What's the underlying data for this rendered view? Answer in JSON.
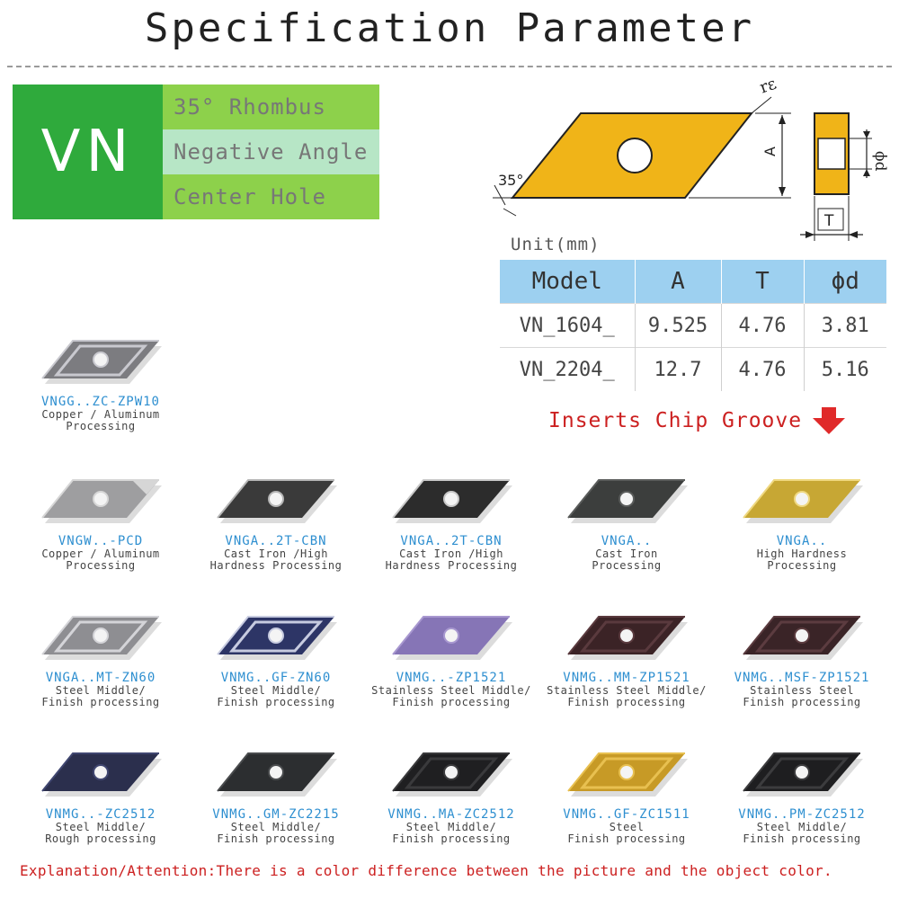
{
  "title": "Specification Parameter",
  "vn": {
    "code": "VN",
    "rows": [
      "35° Rhombus",
      "Negative Angle",
      "Center Hole"
    ]
  },
  "diagram": {
    "angle_label": "35°",
    "radius_label": "rε",
    "a_label": "A",
    "d_label": "ϕd",
    "t_label": "T",
    "insert_color": "#f0b418"
  },
  "spec": {
    "unit": "Unit(mm)",
    "headers": [
      "Model",
      "A",
      "T",
      "ϕd"
    ],
    "rows": [
      [
        "VN_1604_",
        "9.525",
        "4.76",
        "3.81"
      ],
      [
        "VN_2204_",
        "12.7",
        "4.76",
        "5.16"
      ]
    ],
    "header_color": "#9dd0f0"
  },
  "groove_heading": "Inserts Chip Groove",
  "products": [
    {
      "model": "VNGG..ZC-ZPW10",
      "desc1": "Copper / Aluminum",
      "desc2": "Processing",
      "color": "#7c7c80",
      "accent": "#c9c9cf",
      "shape": "chipped"
    },
    {
      "model": "VNGW..-PCD",
      "desc1": "Copper / Aluminum",
      "desc2": "Processing",
      "color": "#9e9ea0",
      "accent": "#d6d6d6",
      "shape": "pcd"
    },
    {
      "model": "VNGA..2T-CBN",
      "desc1": "Cast Iron /High",
      "desc2": "Hardness Processing",
      "color": "#3a3a3a",
      "accent": "#b5b5b5",
      "shape": "flat"
    },
    {
      "model": "VNGA..2T-CBN",
      "desc1": "Cast Iron /High",
      "desc2": "Hardness Processing",
      "color": "#2c2c2c",
      "accent": "#c8c8c8",
      "shape": "flat"
    },
    {
      "model": "VNGA..",
      "desc1": "Cast Iron",
      "desc2": "Processing",
      "color": "#3c3e3d",
      "accent": "#5a5c5b",
      "shape": "flat"
    },
    {
      "model": "VNGA..",
      "desc1": "High Hardness",
      "desc2": "Processing",
      "color": "#c7a734",
      "accent": "#efd880",
      "shape": "flat"
    },
    {
      "model": "VNGA..MT-ZN60",
      "desc1": "Steel Middle/",
      "desc2": "Finish processing",
      "color": "#8e8e92",
      "accent": "#d4d4d8",
      "shape": "chipped"
    },
    {
      "model": "VNMG..GF-ZN60",
      "desc1": "Steel Middle/",
      "desc2": "Finish processing",
      "color": "#2d3566",
      "accent": "#c7cbe0",
      "shape": "chipped"
    },
    {
      "model": "VNMG..-ZP1521",
      "desc1": "Stainless Steel Middle/",
      "desc2": "Finish processing",
      "color": "#8675b6",
      "accent": "#a898d0",
      "shape": "flat"
    },
    {
      "model": "VNMG..MM-ZP1521",
      "desc1": "Stainless Steel Middle/",
      "desc2": "Finish processing",
      "color": "#3b2326",
      "accent": "#5a3a3e",
      "shape": "chipped"
    },
    {
      "model": "VNMG..MSF-ZP1521",
      "desc1": "Stainless Steel",
      "desc2": "Finish processing",
      "color": "#3a2427",
      "accent": "#5c3c40",
      "shape": "chipped"
    },
    {
      "model": "VNMG..-ZC2512",
      "desc1": "Steel Middle/",
      "desc2": "Rough processing",
      "color": "#2b2f4d",
      "accent": "#404670",
      "shape": "flat"
    },
    {
      "model": "VNMG..GM-ZC2215",
      "desc1": "Steel Middle/",
      "desc2": "Finish processing",
      "color": "#2c2e30",
      "accent": "#4a4c4e",
      "shape": "flat"
    },
    {
      "model": "VNMG..MA-ZC2512",
      "desc1": "Steel Middle/",
      "desc2": "Finish processing",
      "color": "#1f1f21",
      "accent": "#3a3a3c",
      "shape": "chipped"
    },
    {
      "model": "VNMG..GF-ZC1511",
      "desc1": "Steel",
      "desc2": "Finish processing",
      "color": "#c79a26",
      "accent": "#e8c050",
      "shape": "chipped"
    },
    {
      "model": "VNMG..PM-ZC2512",
      "desc1": "Steel Middle/",
      "desc2": "Finish processing",
      "color": "#1e1e20",
      "accent": "#3c3c3e",
      "shape": "chipped"
    }
  ],
  "footer": "Explanation/Attention:There is a color difference between the picture and the object color."
}
